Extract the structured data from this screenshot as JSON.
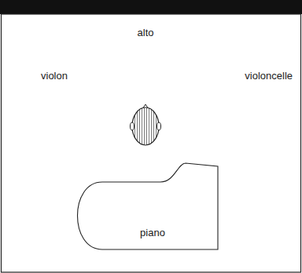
{
  "diagram": {
    "nodes": [
      {
        "text": [
          "piano"
        ]
      }
    ],
    "labels": [
      "alto",
      "violon",
      "violoncelle"
    ]
  }
}
